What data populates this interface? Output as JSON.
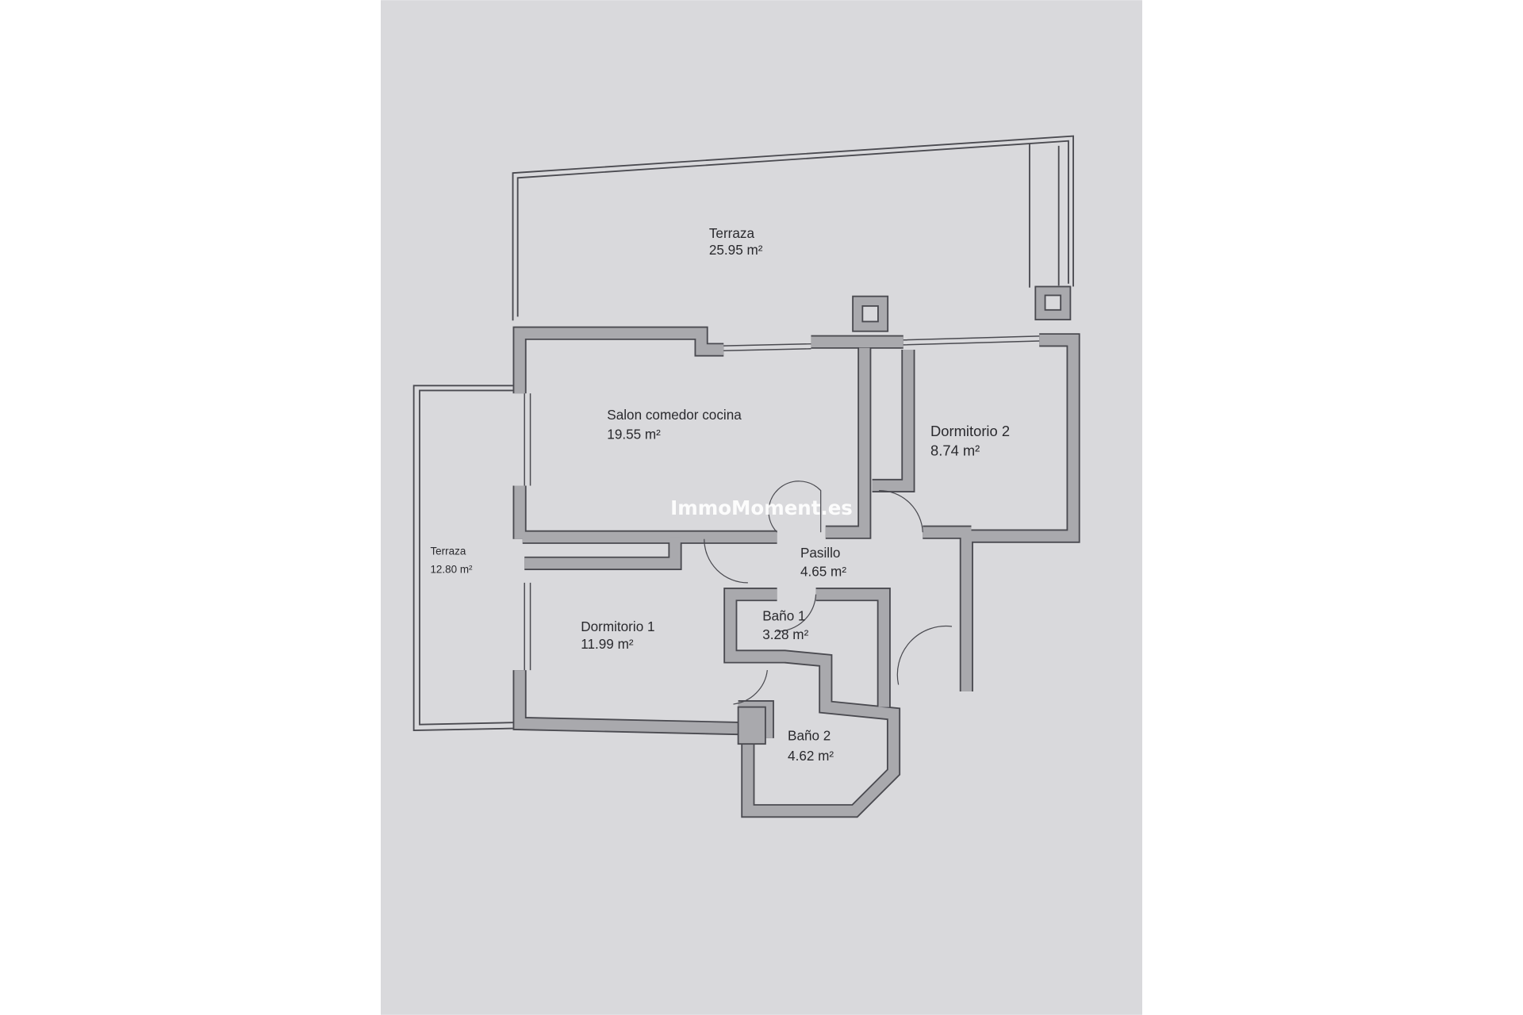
{
  "watermark": "ImmoMoment.es",
  "colors": {
    "paper": "#d9d9dc",
    "wall": "#a9a9ad",
    "line": "#4a4a50",
    "background": "#ffffff"
  },
  "rooms": [
    {
      "name": "Terraza",
      "area": "25.95 m²"
    },
    {
      "name": "Salon comedor cocina",
      "area": "19.55 m²"
    },
    {
      "name": "Dormitorio 2",
      "area": "8.74 m²"
    },
    {
      "name": "Terraza",
      "area": "12.80 m²"
    },
    {
      "name": "Pasillo",
      "area": "4.65 m²"
    },
    {
      "name": "Baño 1",
      "area": "3.28 m²"
    },
    {
      "name": "Dormitorio 1",
      "area": "11.99 m²"
    },
    {
      "name": "Baño 2",
      "area": "4.62 m²"
    }
  ]
}
